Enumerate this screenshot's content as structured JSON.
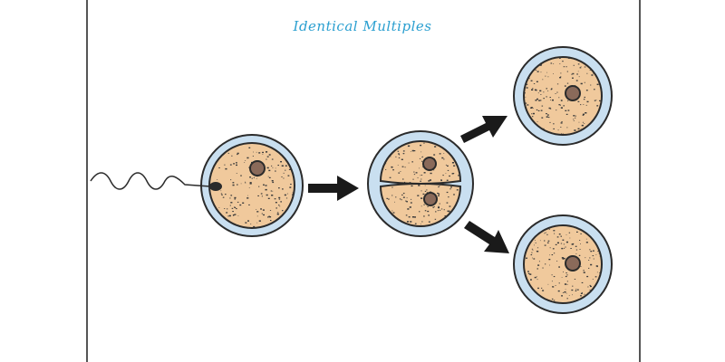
{
  "title": "Identical Multiples",
  "colors": {
    "title": "#2a9fd0",
    "cytoplasm": "#f0c99c",
    "zona": "#c9dff0",
    "outline": "#2b2b2b",
    "speckle": "#3a3a3a",
    "arrow": "#1a1a1a"
  },
  "stages": [
    {
      "name": "fertilized-egg",
      "label": ""
    },
    {
      "name": "two-cell-embryo",
      "label": ""
    },
    {
      "name": "twin-embryo-top",
      "label": ""
    },
    {
      "name": "twin-embryo-bottom",
      "label": ""
    }
  ]
}
